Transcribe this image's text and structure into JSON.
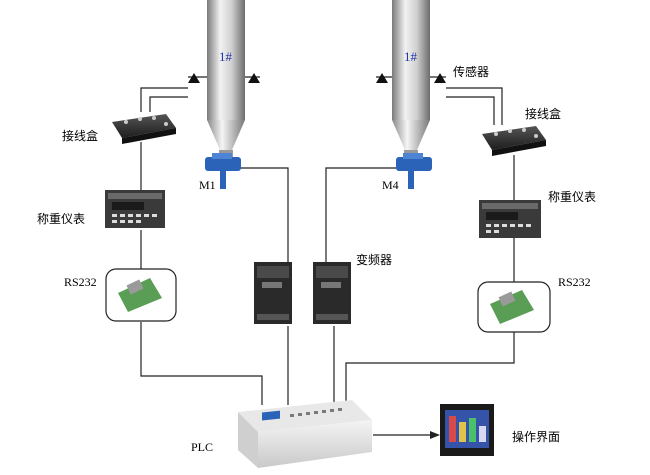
{
  "labels": {
    "silo_left": "1#",
    "silo_right": "1#",
    "sensor": "传感器",
    "junction_left": "接线盒",
    "junction_right": "接线盒",
    "motor_left": "M1",
    "motor_right": "M4",
    "indicator_left": "称重仪表",
    "indicator_right": "称重仪表",
    "rs232_left": "RS232",
    "rs232_right": "RS232",
    "inverter": "变频器",
    "plc": "PLC",
    "hmi": "操作界面"
  },
  "colors": {
    "line": "#222222",
    "silo_metal": "#bdbdbd",
    "motor_blue": "#2b63b8",
    "device_dark": "#2a2a2a",
    "board_green": "#5a9e55",
    "screen_blue": "#3553a8"
  }
}
